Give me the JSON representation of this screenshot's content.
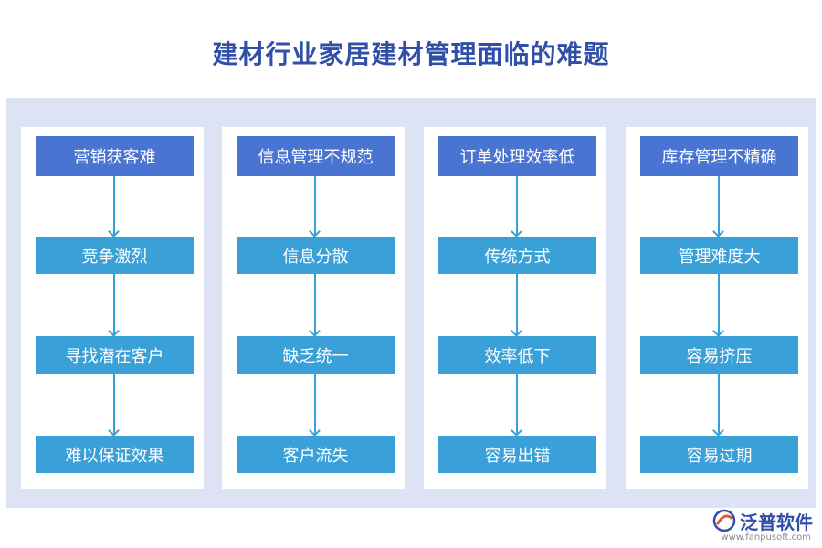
{
  "title": "建材行业家居建材管理面临的难题",
  "columns": [
    {
      "header": "营销获客难",
      "steps": [
        "竞争激烈",
        "寻找潜在客户",
        "难以保证效果"
      ]
    },
    {
      "header": "信息管理不规范",
      "steps": [
        "信息分散",
        "缺乏统一",
        "客户流失"
      ]
    },
    {
      "header": "订单处理效率低",
      "steps": [
        "传统方式",
        "效率低下",
        "容易出错"
      ]
    },
    {
      "header": "库存管理不精确",
      "steps": [
        "管理难度大",
        "容易挤压",
        "容易过期"
      ]
    }
  ],
  "logo": {
    "name": "泛普软件",
    "url": "www.fanpusoft.com",
    "icon": "fanpu-logo-icon"
  },
  "colors": {
    "title": "#2f4fa8",
    "header": "#4a74d2",
    "step": "#3aa0d8",
    "panel": "#dde3f4"
  }
}
